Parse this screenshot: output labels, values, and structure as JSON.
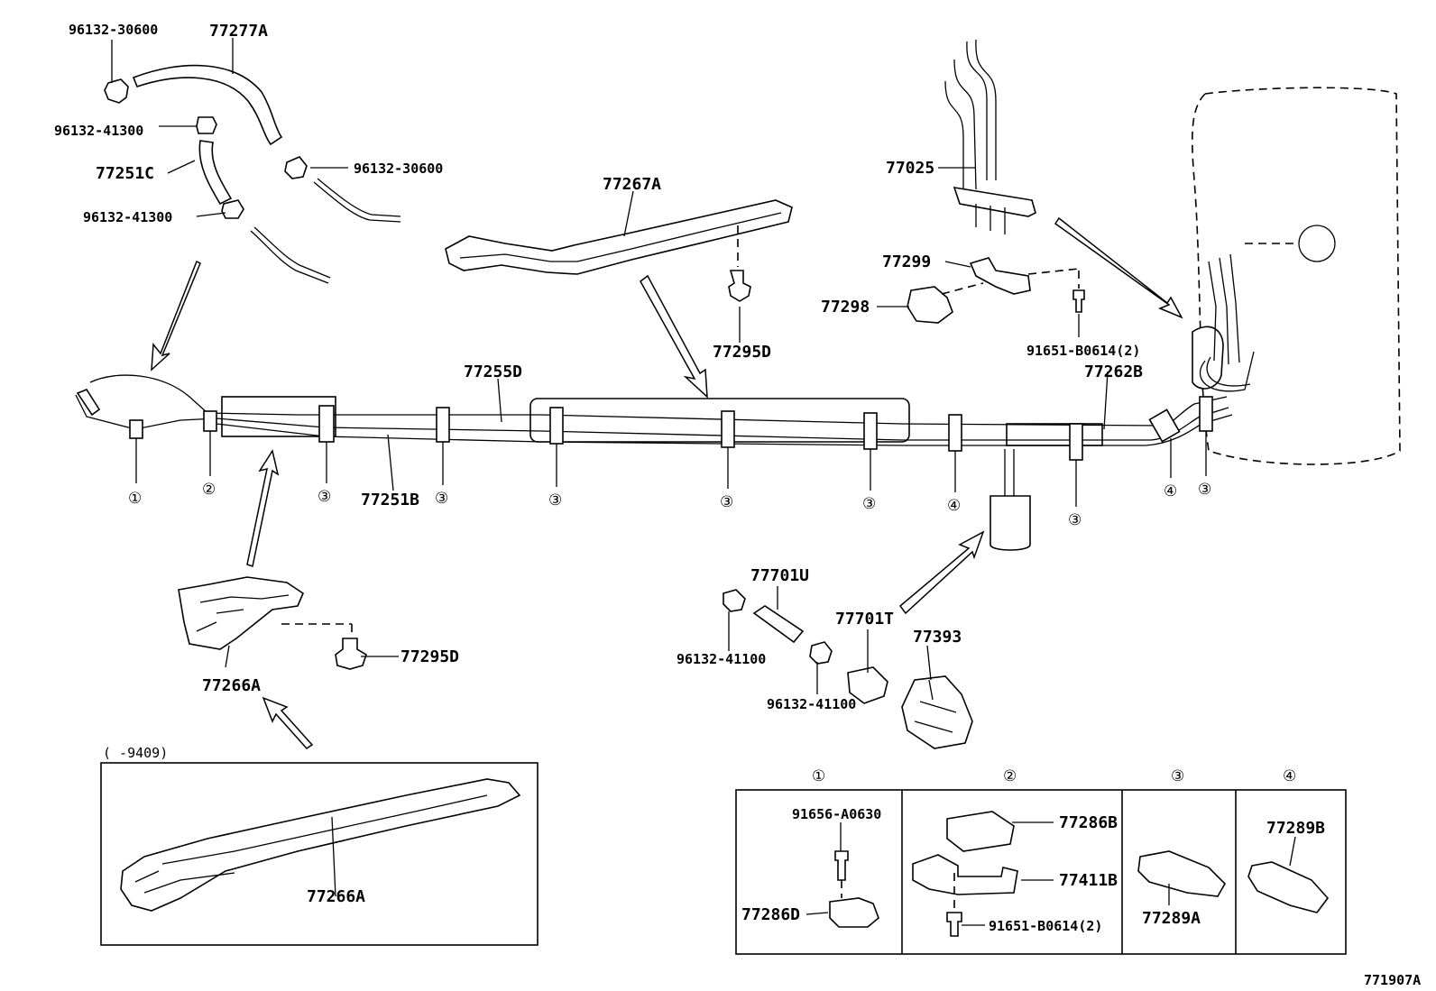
{
  "diagram_code": "771907A",
  "inset_note": "( -9409)",
  "parts": {
    "p96132_30600_a": "96132-30600",
    "p77277A": "77277A",
    "p96132_41300_a": "96132-41300",
    "p77251C": "77251C",
    "p96132_30600_b": "96132-30600",
    "p96132_41300_b": "96132-41300",
    "p77267A": "77267A",
    "p77295D_a": "77295D",
    "p77025": "77025",
    "p77299": "77299",
    "p77298": "77298",
    "p91651_B0614_a": "91651-B0614(2)",
    "p77255D": "77255D",
    "p77262B": "77262B",
    "p77251B": "77251B",
    "p77701U": "77701U",
    "p77701T": "77701T",
    "p77393": "77393",
    "p96132_41100_a": "96132-41100",
    "p96132_41100_b": "96132-41100",
    "p77295D_b": "77295D",
    "p77266A_a": "77266A",
    "p77266A_b": "77266A",
    "p91656_A0630": "91656-A0630",
    "p77286D": "77286D",
    "p77286B": "77286B",
    "p77411B": "77411B",
    "p91651_B0614_b": "91651-B0614(2)",
    "p77289A": "77289A",
    "p77289B": "77289B"
  },
  "clamp_callouts": {
    "c1": "①",
    "c2": "②",
    "c3a": "③",
    "c3b": "③",
    "c3c": "③",
    "c3d": "③",
    "c3e": "③",
    "c3f": "③",
    "c3g": "③",
    "c4a": "④",
    "c4b": "④"
  },
  "legend": {
    "h1": "①",
    "h2": "②",
    "h3": "③",
    "h4": "④"
  }
}
